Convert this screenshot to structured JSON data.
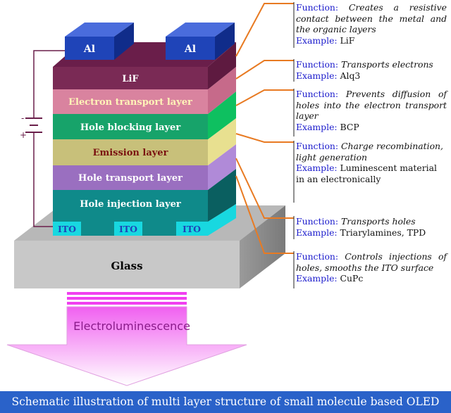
{
  "layers": {
    "al": "Al",
    "lif": "LiF",
    "etl": "Electron transport layer",
    "hbl": "Hole blocking layer",
    "eml": "Emission layer",
    "htl": "Hole transport layer",
    "hil": "Hole injection layer",
    "ito": "ITO",
    "glass": "Glass"
  },
  "battery": {
    "minus": "-",
    "plus": "+"
  },
  "arrow_label": "Electroluminescence",
  "annotations": [
    {
      "func_key": "Function:",
      "func": "Creates a resistive contact between the metal and the organic layers",
      "ex_key": "Example:",
      "ex": "LiF"
    },
    {
      "func_key": "Function:",
      "func": "Transports electrons",
      "ex_key": "Example:",
      "ex": "Alq3"
    },
    {
      "func_key": "Function:",
      "func": "Prevents diffusion of holes into the electron transport layer",
      "ex_key": "Example:",
      "ex": "BCP"
    },
    {
      "func_key": "Function:",
      "func": "Charge recombination, light generation",
      "ex_key": "Example:",
      "ex": "Luminescent material in an electronically"
    },
    {
      "func_key": "Function:",
      "func": "Transports holes",
      "ex_key": "Example:",
      "ex": "Triarylamines, TPD"
    },
    {
      "func_key": "Function:",
      "func": "Controls injections of holes, smooths the ITO surface",
      "ex_key": "Example:",
      "ex": "CuPc"
    }
  ],
  "caption": "Schematic illustration of multi layer structure of small molecule based OLED",
  "colors": {
    "lif": "#7a2a55",
    "etl": "#d9839f",
    "hbl": "#17a36a",
    "eml": "#c8c07a",
    "htl": "#9a6fc0",
    "hil": "#0f8a8a",
    "ito": "#18d8e0",
    "al": "#1f44b8",
    "leader": "#e87a22",
    "caption_bg": "#2a62c9"
  }
}
